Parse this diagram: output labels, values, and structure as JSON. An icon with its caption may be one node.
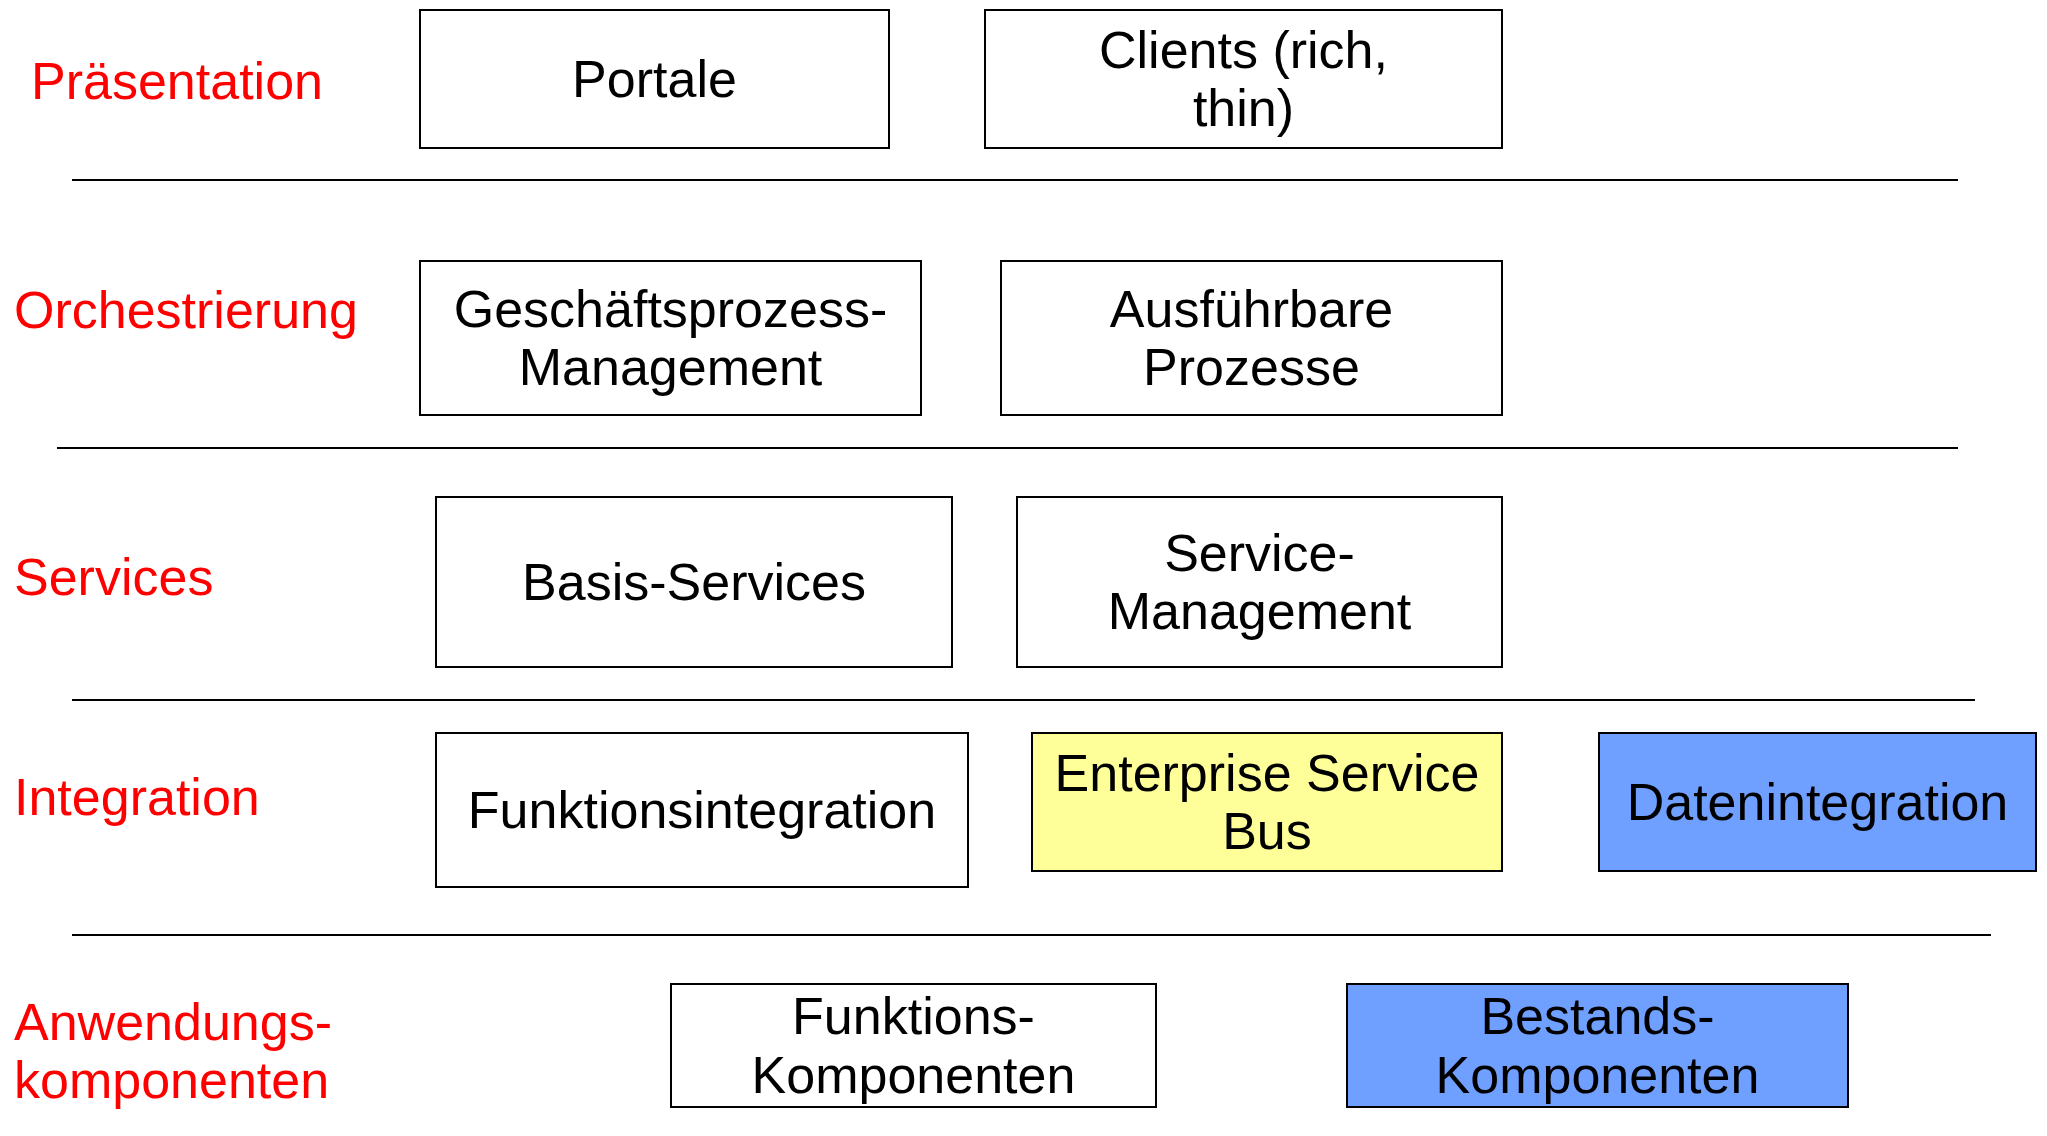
{
  "diagram": {
    "nodes": [
      {
        "text": [
          "Portale"
        ]
      },
      {
        "text": [
          "Clients (rich, thin)"
        ]
      },
      {
        "text": [
          "Geschäftsprozess-Management"
        ]
      },
      {
        "text": [
          "Ausführbare Prozesse"
        ]
      },
      {
        "text": [
          "Basis-Services"
        ]
      },
      {
        "text": [
          "Service-Management"
        ]
      },
      {
        "text": [
          "Funktionsintegration"
        ]
      },
      {
        "text": [
          "Enterprise Service Bus"
        ]
      },
      {
        "text": [
          "Datenintegration"
        ]
      },
      {
        "text": [
          "Funktions-Komponenten"
        ]
      },
      {
        "text": [
          "Bestands-Komponenten"
        ]
      }
    ],
    "labels": [
      "Präsentation",
      "Orchestrierung",
      "Services",
      "Integration",
      "Anwendungs-komponenten"
    ]
  }
}
